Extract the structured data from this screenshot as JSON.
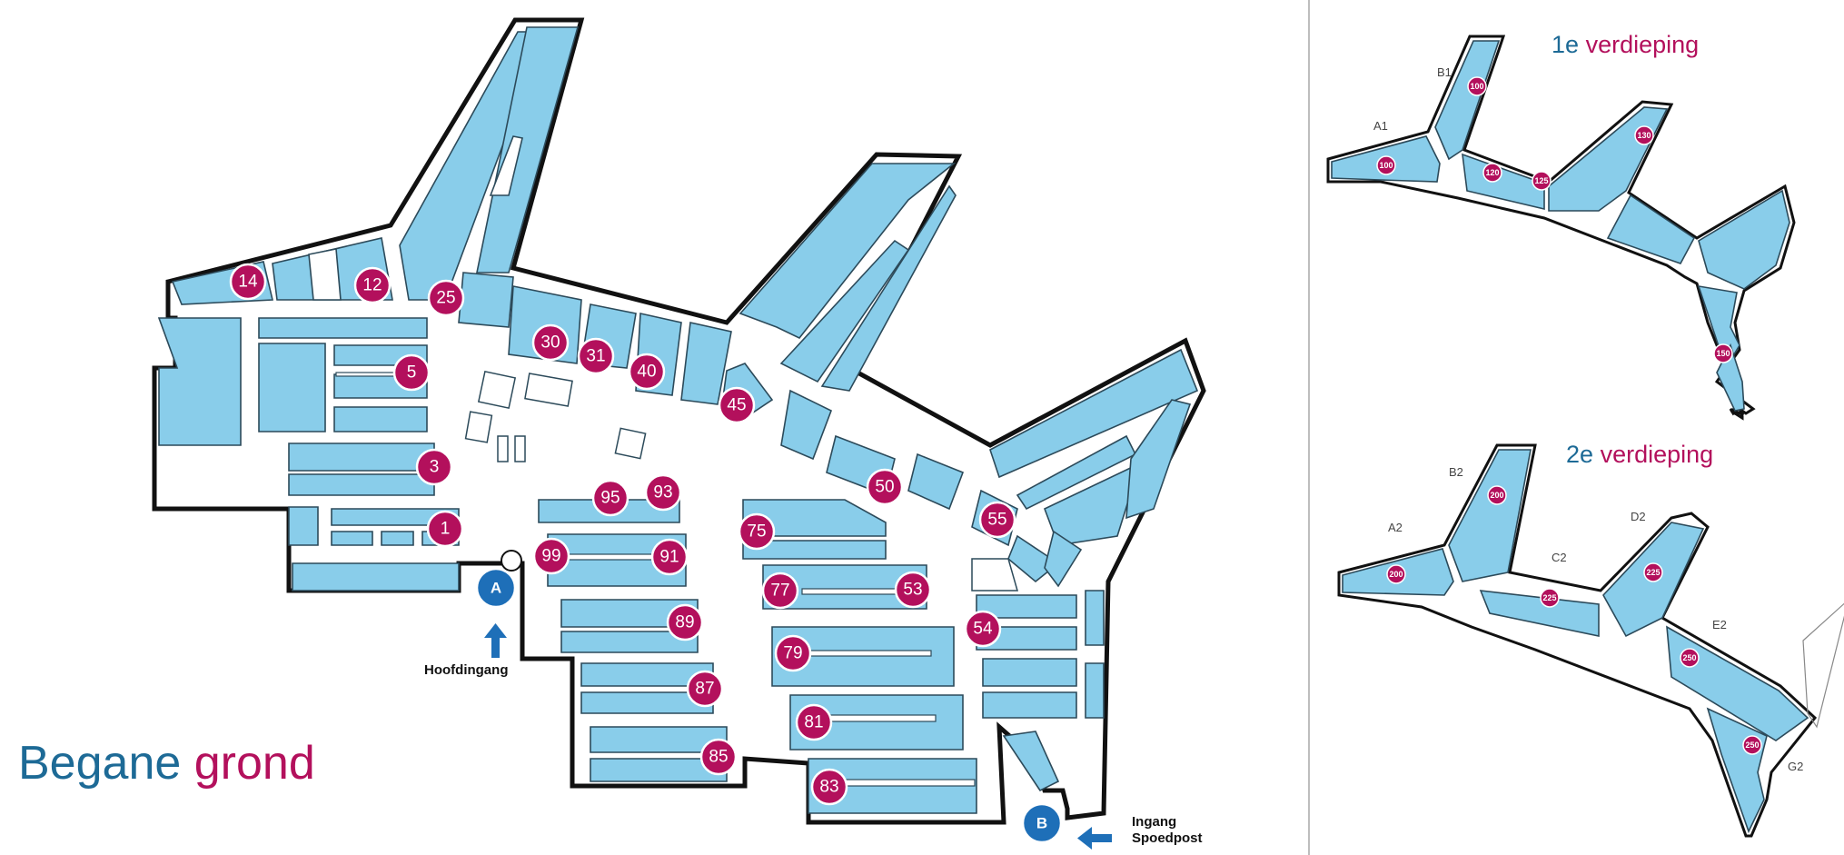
{
  "ground_floor": {
    "title_part1": "Begane",
    "title_part2": "grond",
    "entrances": [
      {
        "letter": "A",
        "label": "Hoofdingang"
      },
      {
        "letter": "B",
        "label_line1": "Ingang",
        "label_line2": "Spoedpost"
      }
    ],
    "departments": [
      "14",
      "12",
      "25",
      "30",
      "31",
      "40",
      "45",
      "50",
      "55",
      "5",
      "3",
      "1",
      "95",
      "93",
      "99",
      "91",
      "89",
      "87",
      "85",
      "75",
      "77",
      "53",
      "79",
      "81",
      "83",
      "54"
    ]
  },
  "first_floor": {
    "title_part1": "1e",
    "title_part2": "verdieping",
    "wings": [
      "B1",
      "A1"
    ],
    "departments": [
      "100",
      "100",
      "120",
      "125",
      "130",
      "150"
    ]
  },
  "second_floor": {
    "title_part1": "2e",
    "title_part2": "verdieping",
    "wings": [
      "B2",
      "A2",
      "C2",
      "D2",
      "E2",
      "G2"
    ],
    "departments": [
      "200",
      "200",
      "225",
      "225",
      "250",
      "250"
    ]
  },
  "colors": {
    "room": "#89cdea",
    "marker": "#b3105c",
    "entrance": "#1e6fb8",
    "title_blue": "#1d6a96",
    "title_pink": "#b3105c"
  },
  "icons": [
    "arrow-up-icon",
    "arrow-left-icon"
  ]
}
